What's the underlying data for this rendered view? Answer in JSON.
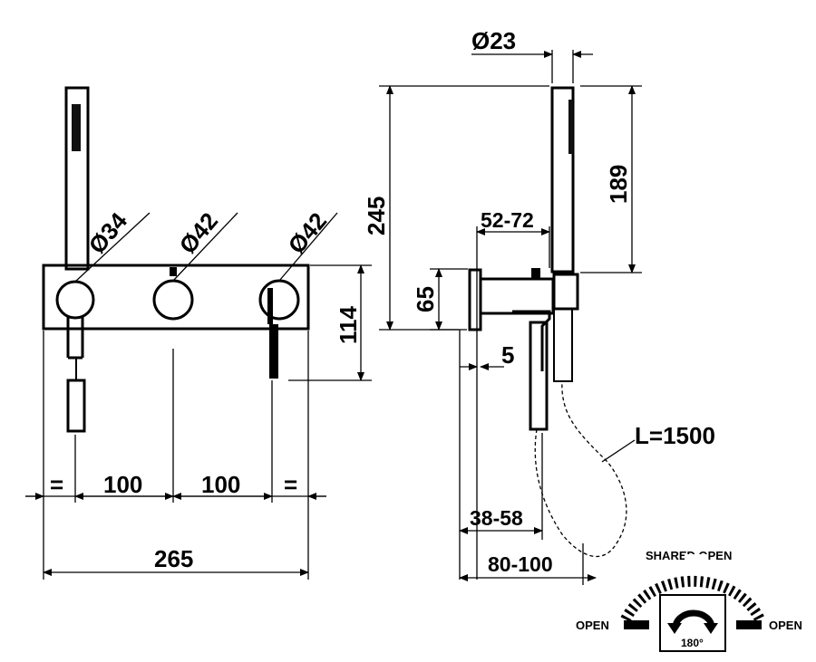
{
  "front_view": {
    "diameter_handshower": "Ø34",
    "diameter_knob_center": "Ø42",
    "diameter_knob_right": "Ø42",
    "height": "114",
    "equal_left": "=",
    "spacing_1": "100",
    "spacing_2": "100",
    "equal_right": "=",
    "total_width": "265"
  },
  "side_view": {
    "diameter_top": "Ø23",
    "total_height": "245",
    "handshower_height": "189",
    "depth_range": "52-72",
    "plate_height": "65",
    "plate_thickness": "5",
    "hose_length": "L=1500",
    "depth_min": "38-58",
    "depth_max": "80-100"
  },
  "diverter": {
    "shared_label": "SHARED OPEN",
    "left_label": "OPEN",
    "right_label": "OPEN",
    "rotation": "180°"
  }
}
